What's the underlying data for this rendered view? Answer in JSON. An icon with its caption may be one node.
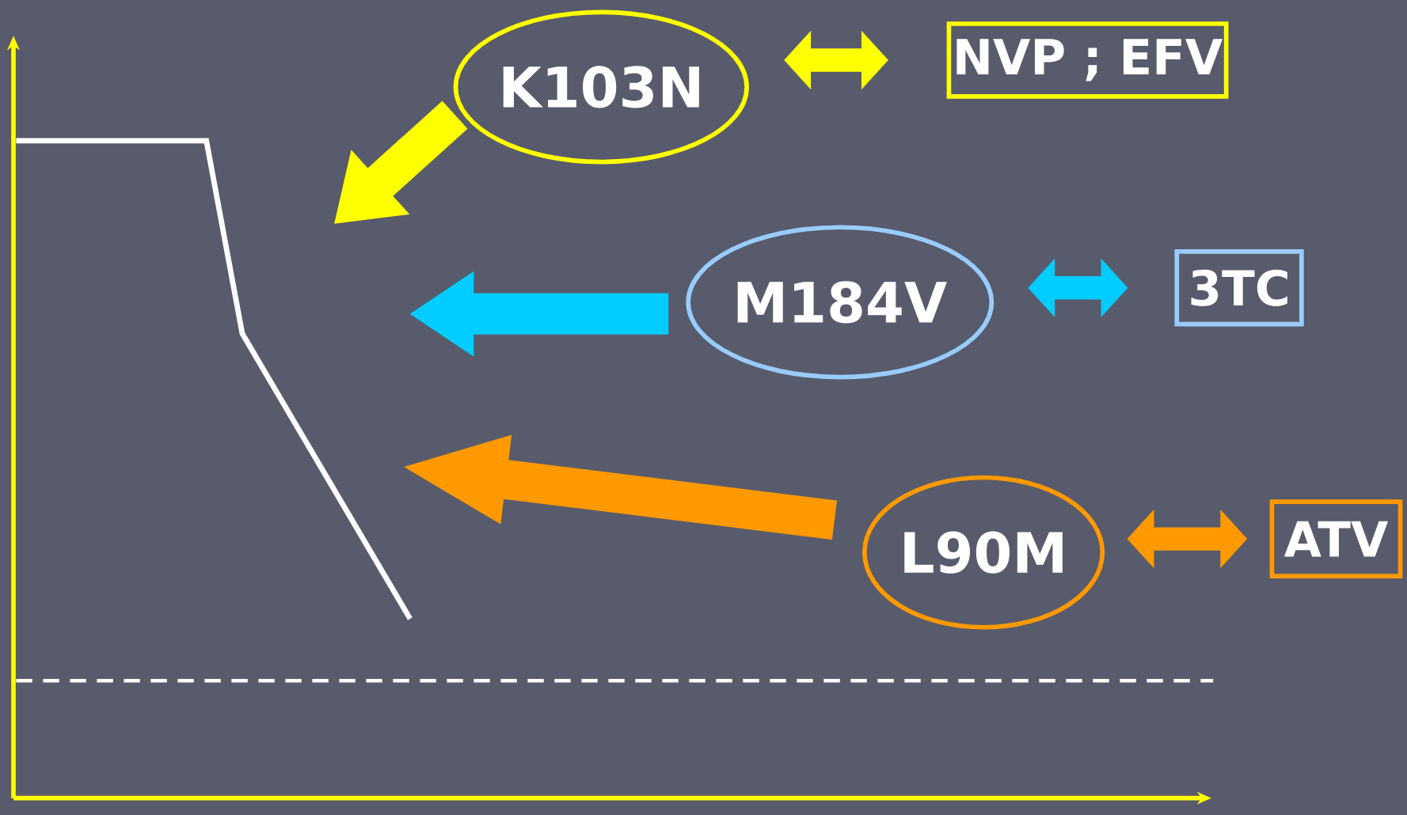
{
  "diagram": {
    "nodes": [
      {
        "text": [
          "K103N"
        ]
      },
      {
        "text": [
          "NVP ; EFV"
        ]
      },
      {
        "text": [
          "M184V"
        ]
      },
      {
        "text": [
          "3TC"
        ]
      },
      {
        "text": [
          "L90M"
        ]
      },
      {
        "text": [
          "ATV"
        ]
      }
    ],
    "edges": [
      {
        "from": 0,
        "to": 1,
        "arrow": "both",
        "color": "#ffff00"
      },
      {
        "from": 2,
        "to": 3,
        "arrow": "both",
        "color": "#00ccff"
      },
      {
        "from": 4,
        "to": 5,
        "arrow": "both",
        "color": "#ff9900"
      },
      {
        "from": 0,
        "to": null,
        "arrow": "to",
        "color": "#ffff00"
      },
      {
        "from": 2,
        "to": null,
        "arrow": "to",
        "color": "#00ccff"
      },
      {
        "from": 4,
        "to": null,
        "arrow": "to",
        "color": "#ff9900"
      }
    ]
  }
}
